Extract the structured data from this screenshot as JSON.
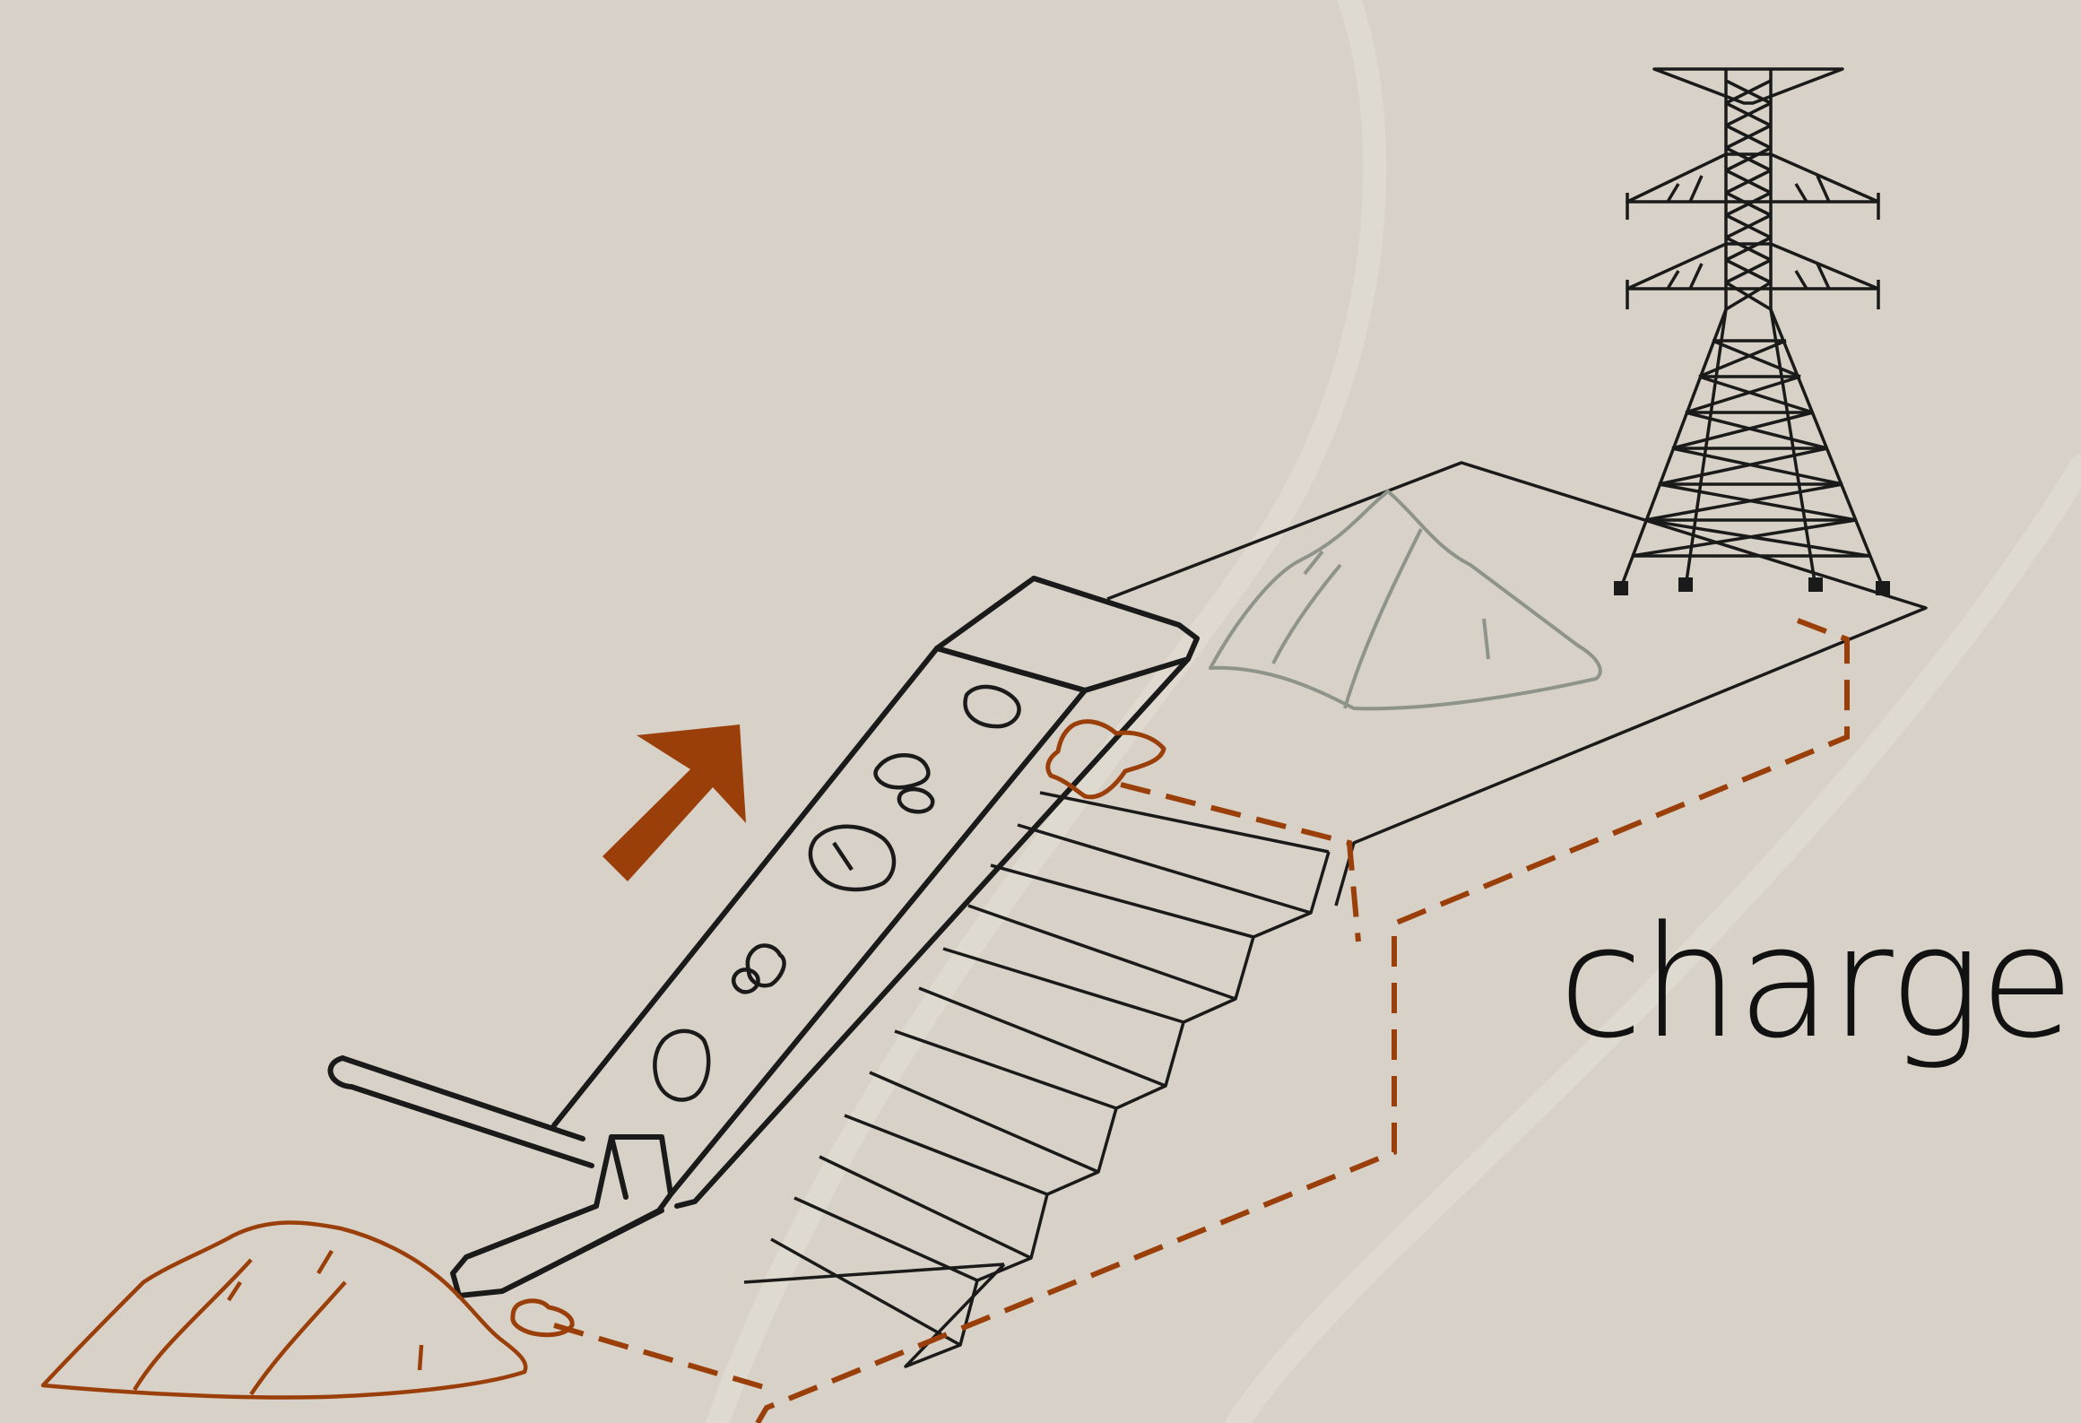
{
  "caption": "charge",
  "colors": {
    "background": "#d8d1c7",
    "outline": "#1a1a1a",
    "accent": "#9a3f0a",
    "faded_pile": "#8f948b",
    "swoosh": "#e4ded6"
  },
  "elements": [
    "conveyor-belt",
    "ore-rocks",
    "up-arrow-icon",
    "transmission-tower-icon",
    "stepped-pit",
    "raw-ore-pile",
    "processed-pile",
    "material-flow-path"
  ]
}
